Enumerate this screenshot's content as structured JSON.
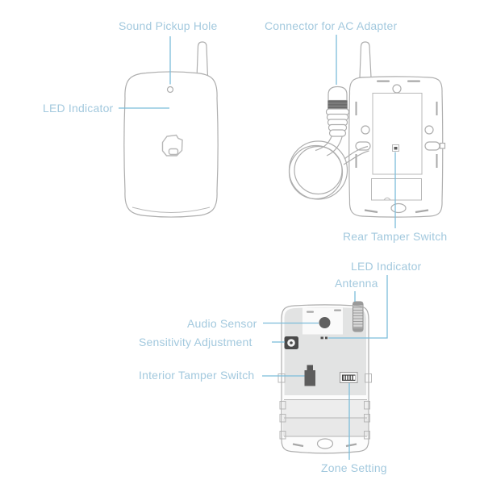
{
  "figure_title": "wireless audio sensor parts diagram",
  "palette": {
    "label_text": "#a3c9de",
    "leader_line": "#7cbdda",
    "device_outline": "#aeaeae",
    "dark_component": "#5c5c5c",
    "pcb_fill": "#e2e3e3",
    "background": "#ffffff"
  },
  "views": {
    "front": {
      "labels": {
        "sound_pickup_hole": "Sound Pickup Hole",
        "led_indicator": "LED Indicator"
      }
    },
    "back": {
      "labels": {
        "connector_for_ac_adapter": "Connector for AC Adapter",
        "rear_tamper_switch": "Rear Tamper Switch"
      }
    },
    "internal": {
      "labels": {
        "led_indicator": "LED Indicator",
        "antenna": "Antenna",
        "audio_sensor": "Audio Sensor",
        "sensitivity_adjustment": "Sensitivity Adjustment",
        "interior_tamper_switch": "Interior Tamper Switch",
        "zone_setting": "Zone Setting"
      }
    }
  }
}
